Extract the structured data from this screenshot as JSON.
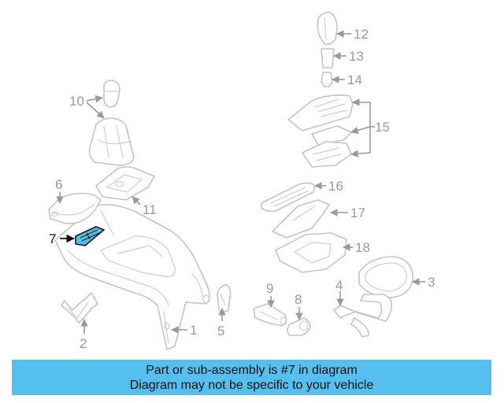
{
  "diagram": {
    "highlighted_part": "7",
    "callouts": [
      "1",
      "2",
      "3",
      "4",
      "5",
      "6",
      "7",
      "8",
      "9",
      "10",
      "11",
      "12",
      "13",
      "14",
      "15",
      "16",
      "17",
      "18"
    ]
  },
  "banner": {
    "line1": "Part or sub-assembly is #7 in diagram",
    "line2": "Diagram may not be specific to your vehicle",
    "color": "#55c0f0"
  },
  "colors": {
    "highlight": "#56bfe9",
    "outline": "#c4c4c4"
  }
}
